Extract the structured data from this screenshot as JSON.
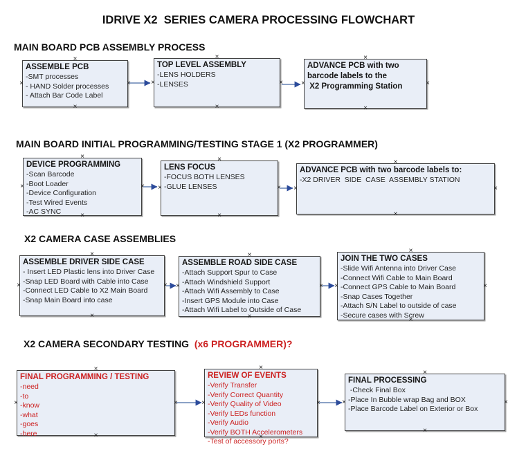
{
  "title": "IDRIVE X2  SERIES CAMERA PROCESSING FLOWCHART",
  "colors": {
    "box_fill": "#e9eef7",
    "box_border": "#414141",
    "arrow_line": "#8ba1c6",
    "arrow_head": "#2c4b9b",
    "red_text": "#cc2121",
    "black_text": "#1c1c1c",
    "background": "#ffffff"
  },
  "icons": {
    "connection_handle": "×"
  },
  "sections": [
    {
      "heading": "MAIN BOARD PCB ASSEMBLY PROCESS",
      "boxes": [
        {
          "title": "ASSEMBLE PCB",
          "items": [
            "-SMT processes",
            "- HAND Solder processes",
            "- Attach Bar Code Label"
          ]
        },
        {
          "title": "TOP LEVEL ASSEMBLY",
          "items": [
            "-LENS HOLDERS",
            "-LENSES"
          ]
        },
        {
          "title": "ADVANCE PCB with two\nbarcode labels to the\n X2 Programming Station",
          "items": []
        }
      ]
    },
    {
      "heading": "MAIN BOARD INITIAL PROGRAMMING/TESTING STAGE 1 (X2 PROGRAMMER)",
      "boxes": [
        {
          "title": "DEVICE PROGRAMMING",
          "items": [
            "-Scan Barcode",
            "-Boot Loader",
            "-Device Configuration",
            "-Test Wired Events",
            "-AC SYNC"
          ]
        },
        {
          "title": "LENS FOCUS",
          "items": [
            "-FOCUS BOTH LENSES",
            "-GLUE LENSES"
          ]
        },
        {
          "title": "ADVANCE PCB with two barcode labels to:",
          "items": [
            "-X2 DRIVER  SIDE  CASE  ASSEMBLY STATION"
          ]
        }
      ]
    },
    {
      "heading": "X2 CAMERA CASE ASSEMBLIES",
      "boxes": [
        {
          "title": "ASSEMBLE DRIVER SIDE CASE",
          "items": [
            "- Insert LED Plastic lens into Driver Case",
            "-Snap LED Board with Cable into Case",
            "-Connect LED Cable to X2 Main Board",
            "-Snap Main Board into case"
          ]
        },
        {
          "title": "ASSEMBLE ROAD SIDE CASE",
          "items": [
            "-Attach Support Spur to Case",
            "-Attach Windshield Support",
            "-Attach Wifi Assembly to Case",
            "-Insert GPS Module into Case",
            "-Attach Wifi Label to Outside of Case"
          ]
        },
        {
          "title": "JOIN THE TWO CASES",
          "items": [
            "-Slide Wifi Antenna into Driver Case",
            "-Connect Wifi Cable to Main Board",
            "-Connect GPS Cable to Main Board",
            "-Snap Cases Together",
            "-Attach S/N Label to outside of case",
            "-Secure cases with Screw"
          ]
        }
      ]
    },
    {
      "heading": "X2 CAMERA SECONDARY TESTING ",
      "heading_suffix": " (x6 PROGRAMMER)?",
      "boxes": [
        {
          "title": "FINAL PROGRAMMING / TESTING",
          "items": [
            "-need",
            "-to",
            "-know",
            "-what",
            "-goes",
            "-here"
          ]
        },
        {
          "title": "REVIEW OF EVENTS",
          "items": [
            "-Verify Transfer",
            "-Verify Correct Quantity",
            "-Verify Quality of Video",
            "-Verify LEDs function",
            "-Verify Audio",
            "-Verify BOTH Accelerometers",
            "-Test of accessory ports?"
          ]
        },
        {
          "title": "FINAL PROCESSING",
          "items": [
            " -Check Final Box",
            "-Place In Bubble wrap Bag and BOX",
            "-Place Barcode Label on Exterior or Box"
          ]
        }
      ]
    }
  ]
}
